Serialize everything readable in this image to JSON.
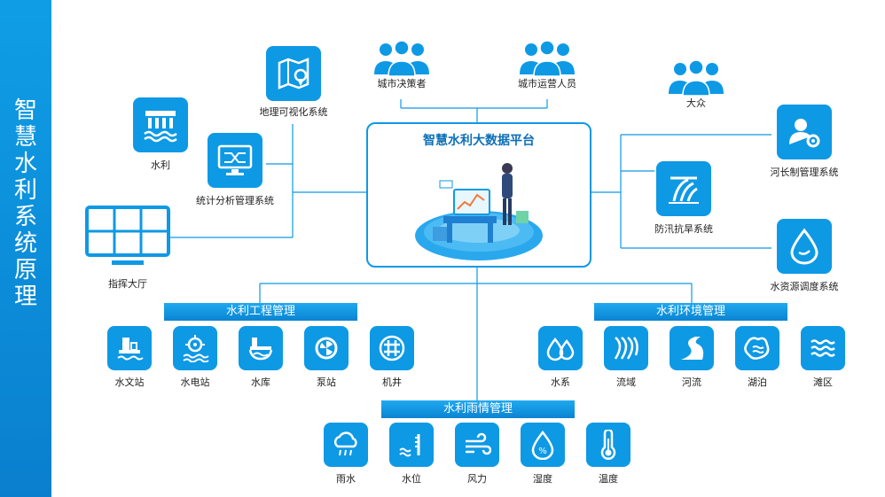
{
  "sidebar": {
    "title": [
      "智",
      "慧",
      "水",
      "利",
      "系",
      "统",
      "原",
      "理"
    ]
  },
  "platform": {
    "title": "智慧水利大数据平台"
  },
  "users": {
    "decision": "城市决策者",
    "operation": "城市运营人员",
    "public": "大众"
  },
  "left_systems": {
    "gis": "地理可视化系统",
    "water": "水利",
    "stats": "统计分析管理系统",
    "command": "指挥大厅"
  },
  "right_systems": {
    "river_chief": "河长制管理系统",
    "flood": "防汛抗旱系统",
    "resource": "水资源调度系统"
  },
  "engineering": {
    "title": "水利工程管理",
    "items": [
      "水文站",
      "水电站",
      "水库",
      "泵站",
      "机井"
    ]
  },
  "environment": {
    "title": "水利环境管理",
    "items": [
      "水系",
      "流域",
      "河流",
      "湖泊",
      "滩区"
    ]
  },
  "rain": {
    "title": "水利雨情管理",
    "items": [
      "雨水",
      "水位",
      "风力",
      "湿度",
      "温度"
    ]
  },
  "colors": {
    "accent": "#0e99e5",
    "sidebar": "#0a7fce"
  }
}
